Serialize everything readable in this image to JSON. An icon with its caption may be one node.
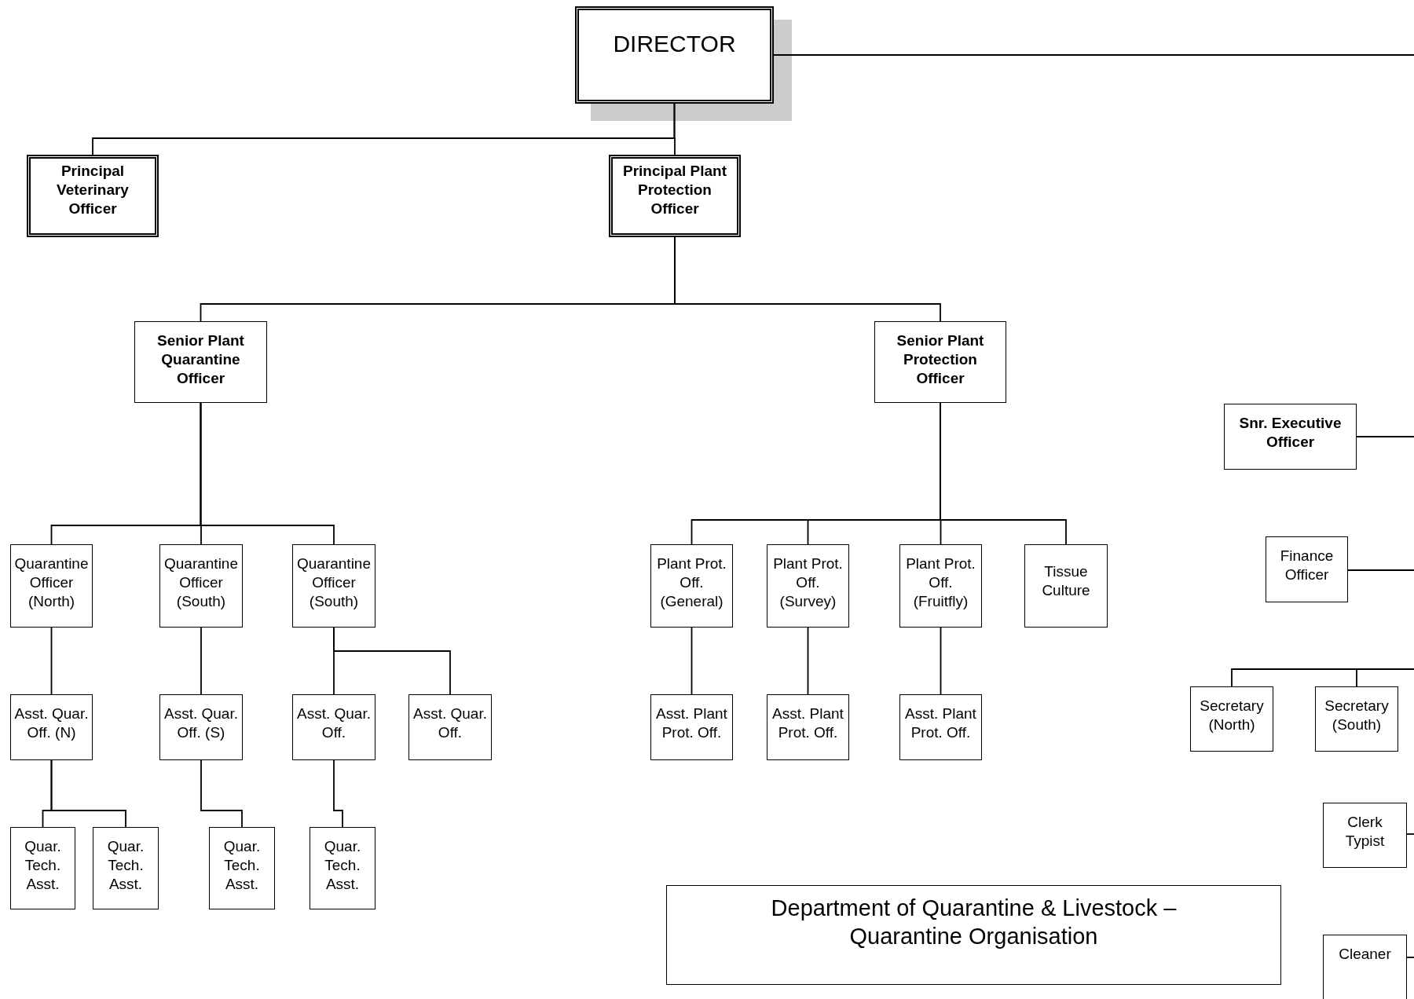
{
  "diagram": {
    "title": "Department of Quarantine & Livestock – Quarantine Organisation",
    "nodes": [
      {
        "text": [
          "DIRECTOR"
        ]
      },
      {
        "text": [
          "Principal Veterinary Officer"
        ]
      },
      {
        "text": [
          "Principal Plant Protection Officer"
        ]
      },
      {
        "text": [
          "Senior Plant Quarantine Officer"
        ]
      },
      {
        "text": [
          "Senior Plant Protection Officer"
        ]
      },
      {
        "text": [
          "Snr. Executive Officer"
        ]
      },
      {
        "text": [
          "Quarantine Officer (North)"
        ]
      },
      {
        "text": [
          "Quarantine Officer (South)"
        ]
      },
      {
        "text": [
          "Quarantine Officer (South)"
        ]
      },
      {
        "text": [
          "Plant Prot. Off. (General)"
        ]
      },
      {
        "text": [
          "Plant Prot. Off. (Survey)"
        ]
      },
      {
        "text": [
          "Plant Prot. Off. (Fruitfly)"
        ]
      },
      {
        "text": [
          "Tissue Culture"
        ]
      },
      {
        "text": [
          "Finance Officer"
        ]
      },
      {
        "text": [
          "Asst. Quar. Off. (N)"
        ]
      },
      {
        "text": [
          "Asst. Quar. Off. (S)"
        ]
      },
      {
        "text": [
          "Asst. Quar. Off."
        ]
      },
      {
        "text": [
          "Asst. Quar. Off."
        ]
      },
      {
        "text": [
          "Asst. Plant Prot. Off."
        ]
      },
      {
        "text": [
          "Asst. Plant Prot. Off."
        ]
      },
      {
        "text": [
          "Asst. Plant Prot. Off."
        ]
      },
      {
        "text": [
          "Secretary (North)"
        ]
      },
      {
        "text": [
          "Secretary (South)"
        ]
      },
      {
        "text": [
          "Quar. Tech. Asst."
        ]
      },
      {
        "text": [
          "Quar. Tech. Asst."
        ]
      },
      {
        "text": [
          "Quar. Tech. Asst."
        ]
      },
      {
        "text": [
          "Quar. Tech. Asst."
        ]
      },
      {
        "text": [
          "Clerk Typist"
        ]
      },
      {
        "text": [
          "Cleaner"
        ]
      }
    ],
    "edges": [
      {
        "from": 0,
        "to": 1,
        "arrow": "none"
      },
      {
        "from": 0,
        "to": 2,
        "arrow": "none"
      },
      {
        "from": 0,
        "to": null,
        "arrow": "none"
      },
      {
        "from": 2,
        "to": 3,
        "arrow": "none"
      },
      {
        "from": 2,
        "to": 4,
        "arrow": "none"
      },
      {
        "from": 5,
        "to": null,
        "arrow": "none"
      },
      {
        "from": 3,
        "to": 6,
        "arrow": "none"
      },
      {
        "from": 3,
        "to": 7,
        "arrow": "none"
      },
      {
        "from": 3,
        "to": 8,
        "arrow": "none"
      },
      {
        "from": 4,
        "to": 9,
        "arrow": "none"
      },
      {
        "from": 4,
        "to": 10,
        "arrow": "none"
      },
      {
        "from": 4,
        "to": 11,
        "arrow": "none"
      },
      {
        "from": 4,
        "to": 12,
        "arrow": "none"
      },
      {
        "from": 13,
        "to": null,
        "arrow": "none"
      },
      {
        "from": 6,
        "to": 14,
        "arrow": "none"
      },
      {
        "from": 7,
        "to": 15,
        "arrow": "none"
      },
      {
        "from": 8,
        "to": 16,
        "arrow": "none"
      },
      {
        "from": 8,
        "to": 17,
        "arrow": "none"
      },
      {
        "from": 9,
        "to": 18,
        "arrow": "none"
      },
      {
        "from": 10,
        "to": 19,
        "arrow": "none"
      },
      {
        "from": 11,
        "to": 20,
        "arrow": "none"
      },
      {
        "from": 21,
        "to": null,
        "arrow": "none"
      },
      {
        "from": 22,
        "to": null,
        "arrow": "none"
      },
      {
        "from": 14,
        "to": 23,
        "arrow": "none"
      },
      {
        "from": 14,
        "to": 24,
        "arrow": "none"
      },
      {
        "from": 15,
        "to": 25,
        "arrow": "none"
      },
      {
        "from": 16,
        "to": 26,
        "arrow": "none"
      },
      {
        "from": 27,
        "to": null,
        "arrow": "none"
      },
      {
        "from": 28,
        "to": null,
        "arrow": "none"
      }
    ]
  }
}
